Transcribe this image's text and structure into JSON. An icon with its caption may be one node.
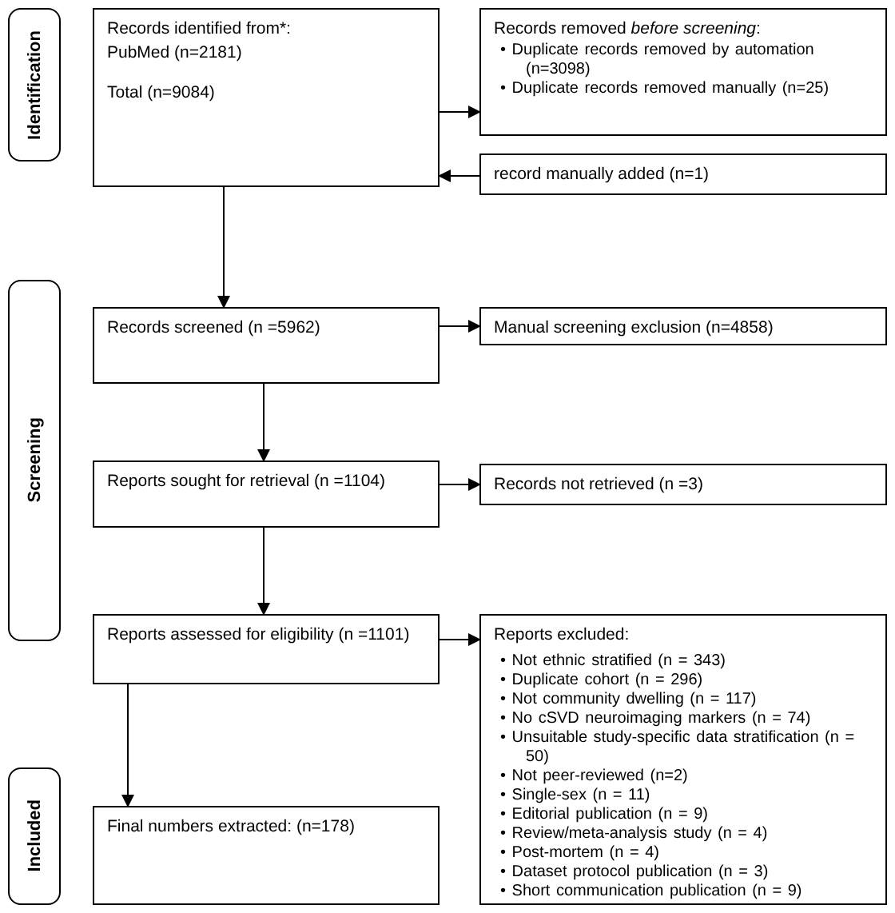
{
  "diagram": {
    "nodes": [
      {
        "text": [
          "Identification"
        ]
      },
      {
        "text": [
          "Records identified from*:",
          "PubMed (n=2181)",
          "Total (n=9084)"
        ]
      },
      {
        "text": [
          "Records removed *before screening*:",
          "• Duplicate records removed by automation (n=3098)",
          "• Duplicate records removed manually (n=25)"
        ]
      },
      {
        "text": [
          "record manually added (n=1)"
        ]
      },
      {
        "text": [
          "Screening"
        ]
      },
      {
        "text": [
          "Records screened (n =5962)"
        ]
      },
      {
        "text": [
          "Manual screening exclusion (n=4858)"
        ]
      },
      {
        "text": [
          "Reports sought for retrieval (n =1104)"
        ]
      },
      {
        "text": [
          "Records not retrieved (n =3)"
        ]
      },
      {
        "text": [
          "Reports assessed for eligibility (n =1101)"
        ]
      },
      {
        "text": [
          "Reports excluded:",
          "• Not ethnic stratified (n = 343)",
          "• Duplicate cohort (n = 296)",
          "• Not community dwelling (n = 117)",
          "• No cSVD neuroimaging markers (n = 74)",
          "• Unsuitable study-specific data stratification (n = 50)",
          "• Not peer-reviewed (n=2)",
          "• Single-sex (n = 11)",
          "• Editorial publication (n = 9)",
          "• Review/meta-analysis study (n = 4)",
          "• Post-mortem (n = 4)",
          "• Dataset protocol publication (n = 3)",
          "• Short communication publication (n = 9)"
        ]
      },
      {
        "text": [
          "Included"
        ]
      },
      {
        "text": [
          "Final numbers extracted: (n=178)"
        ]
      }
    ],
    "edges": [
      {
        "from": 1,
        "to": 2,
        "arrow": "to"
      },
      {
        "from": 3,
        "to": 1,
        "arrow": "to"
      },
      {
        "from": 1,
        "to": 5,
        "arrow": "to"
      },
      {
        "from": 5,
        "to": 6,
        "arrow": "to"
      },
      {
        "from": 5,
        "to": 7,
        "arrow": "to"
      },
      {
        "from": 7,
        "to": 8,
        "arrow": "to"
      },
      {
        "from": 7,
        "to": 9,
        "arrow": "to"
      },
      {
        "from": 9,
        "to": 10,
        "arrow": "to"
      },
      {
        "from": 9,
        "to": 12,
        "arrow": "to"
      }
    ]
  }
}
